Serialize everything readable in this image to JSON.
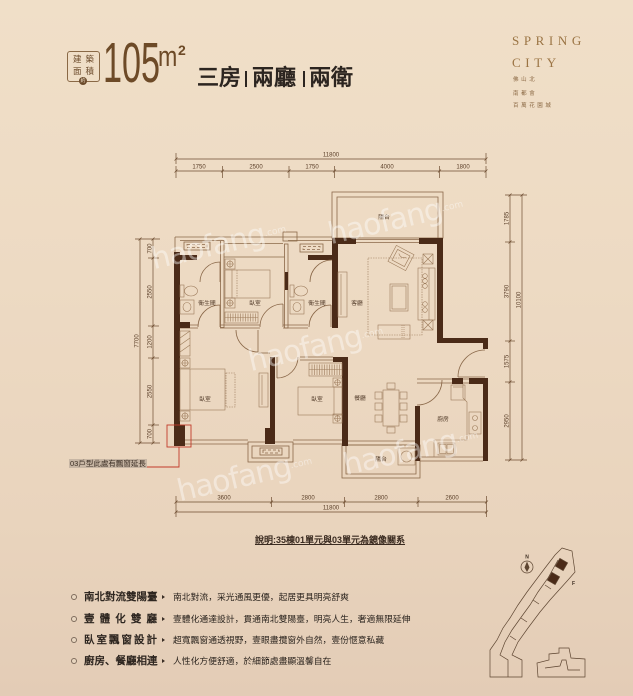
{
  "header": {
    "area_badge": {
      "line1": "建築",
      "line2": "面積",
      "marker": "約"
    },
    "area_value": "105",
    "area_unit": "m",
    "area_unit_sup": "2",
    "layout": [
      "三房",
      "兩廳",
      "兩衛"
    ]
  },
  "brand": {
    "name_line1": "SPRING",
    "name_line2": "CITY",
    "tagline": [
      "佛山北",
      "南都會",
      "百萬花園城"
    ]
  },
  "floorplan": {
    "dimensions": {
      "top_total": "11800",
      "top_segments": [
        "1750",
        "2500",
        "1750",
        "4000",
        "1800"
      ],
      "left_total": "7700",
      "left_segments": [
        "700",
        "2550",
        "1200",
        "2550",
        "700"
      ],
      "right_total": "10100",
      "right_segments": [
        "1785",
        "3790",
        "1575",
        "2950"
      ],
      "bottom_total": "11800",
      "bottom_segments": [
        "3600",
        "2800",
        "2800",
        "2600"
      ]
    },
    "rooms": {
      "balcony_north": "陽台",
      "living_room": "客廳",
      "bathroom_west": "衛生間",
      "bedroom_north": "臥室",
      "bathroom_east": "衛生間",
      "master_bedroom": "臥室",
      "bedroom_south": "臥室",
      "dining_room": "餐廳",
      "kitchen": "廚房",
      "balcony_south": "陽台"
    },
    "annotation": "03戶型此處有飄窗延長"
  },
  "note": "說明:35棟01單元與03單元為鏡像關系",
  "features": [
    {
      "title": "南北對流雙陽臺",
      "desc": "南北對流，采光通風更優，起居更具明亮舒爽"
    },
    {
      "title": "壹體化雙廳",
      "desc": "壹體化通達設計，貫通南北雙陽臺，明亮人生，奢適無限延伸"
    },
    {
      "title": "臥室飄窗設計",
      "desc": "超寬飄窗通透視野，壹眼盡攬窗外自然，壹份愜意私藏"
    },
    {
      "title": "廚房、餐廳相連",
      "desc": "人性化方便舒適，於細節處盡顯溫馨自在"
    }
  ],
  "site_map": {
    "north_label": "N",
    "entrance_mark": "F"
  },
  "watermark": {
    "text": "haofang",
    "suffix": ".com"
  },
  "colors": {
    "background": "#eddac3",
    "area_brown": "#6d4a27",
    "brand_gold": "#9b7444",
    "wall": "#4b2b18",
    "annotation_red": "#c23b2a"
  }
}
